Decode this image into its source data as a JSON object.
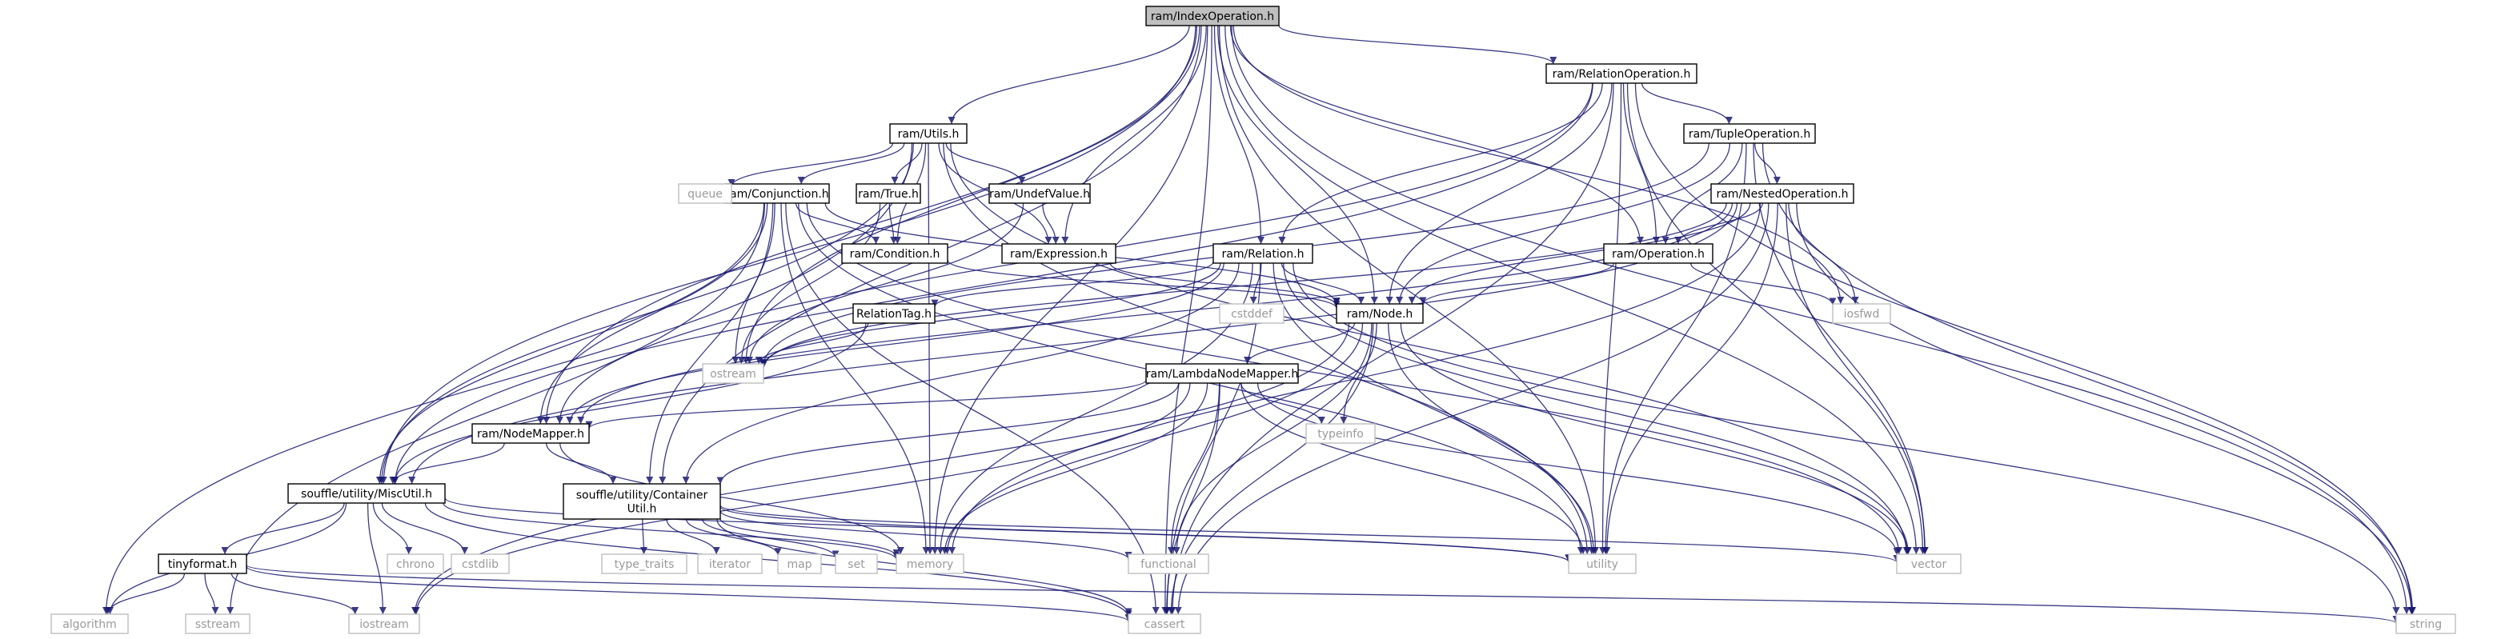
{
  "title": "",
  "colors": {
    "edge": "#191970",
    "root_fill": "#bfbfbf",
    "node_border": "#000000",
    "external_border": "#bfbfbf",
    "external_text": "#9a9a9a"
  },
  "nodes": [
    {
      "id": "IndexOperation",
      "label": "ram/IndexOperation.h",
      "kind": "root"
    },
    {
      "id": "RelationOperation",
      "label": "ram/RelationOperation.h",
      "kind": "internal"
    },
    {
      "id": "Utils",
      "label": "ram/Utils.h",
      "kind": "internal"
    },
    {
      "id": "TupleOperation",
      "label": "ram/TupleOperation.h",
      "kind": "internal"
    },
    {
      "id": "NestedOperation",
      "label": "ram/NestedOperation.h",
      "kind": "internal"
    },
    {
      "id": "Conjunction",
      "label": "ram/Conjunction.h",
      "kind": "internal"
    },
    {
      "id": "True",
      "label": "ram/True.h",
      "kind": "internal"
    },
    {
      "id": "UndefValue",
      "label": "ram/UndefValue.h",
      "kind": "internal"
    },
    {
      "id": "Condition",
      "label": "ram/Condition.h",
      "kind": "internal"
    },
    {
      "id": "Expression",
      "label": "ram/Expression.h",
      "kind": "internal"
    },
    {
      "id": "Operation",
      "label": "ram/Operation.h",
      "kind": "internal"
    },
    {
      "id": "Relation",
      "label": "ram/Relation.h",
      "kind": "internal"
    },
    {
      "id": "Node",
      "label": "ram/Node.h",
      "kind": "internal"
    },
    {
      "id": "RelationTag",
      "label": "RelationTag.h",
      "kind": "internal"
    },
    {
      "id": "LambdaNodeMapper",
      "label": "ram/LambdaNodeMapper.h",
      "kind": "internal"
    },
    {
      "id": "NodeMapper",
      "label": "ram/NodeMapper.h",
      "kind": "internal"
    },
    {
      "id": "MiscUtil",
      "label": "souffle/utility/MiscUtil.h",
      "kind": "internal"
    },
    {
      "id": "ContainerUtil",
      "label": "souffle/utility/Container\nUtil.h",
      "kind": "internal"
    },
    {
      "id": "tinyformat",
      "label": "tinyformat.h",
      "kind": "internal"
    },
    {
      "id": "queue",
      "label": "queue",
      "kind": "external"
    },
    {
      "id": "ostream",
      "label": "ostream",
      "kind": "external"
    },
    {
      "id": "cstddef",
      "label": "cstddef",
      "kind": "external"
    },
    {
      "id": "iosfwd",
      "label": "iosfwd",
      "kind": "external"
    },
    {
      "id": "typeinfo",
      "label": "typeinfo",
      "kind": "external"
    },
    {
      "id": "chrono",
      "label": "chrono",
      "kind": "external"
    },
    {
      "id": "cstdlib",
      "label": "cstdlib",
      "kind": "external"
    },
    {
      "id": "type_traits",
      "label": "type_traits",
      "kind": "external"
    },
    {
      "id": "iterator",
      "label": "iterator",
      "kind": "external"
    },
    {
      "id": "map",
      "label": "map",
      "kind": "external"
    },
    {
      "id": "set",
      "label": "set",
      "kind": "external"
    },
    {
      "id": "memory",
      "label": "memory",
      "kind": "external"
    },
    {
      "id": "functional",
      "label": "functional",
      "kind": "external"
    },
    {
      "id": "utility",
      "label": "utility",
      "kind": "external"
    },
    {
      "id": "vector",
      "label": "vector",
      "kind": "external"
    },
    {
      "id": "string",
      "label": "string",
      "kind": "external"
    },
    {
      "id": "cassert",
      "label": "cassert",
      "kind": "external"
    },
    {
      "id": "iostream",
      "label": "iostream",
      "kind": "external"
    },
    {
      "id": "algorithm",
      "label": "algorithm",
      "kind": "external"
    },
    {
      "id": "sstream",
      "label": "sstream",
      "kind": "external"
    }
  ],
  "edges": [
    [
      "IndexOperation",
      "RelationOperation"
    ],
    [
      "IndexOperation",
      "Utils"
    ],
    [
      "IndexOperation",
      "Expression"
    ],
    [
      "IndexOperation",
      "Operation"
    ],
    [
      "IndexOperation",
      "Relation"
    ],
    [
      "IndexOperation",
      "Node"
    ],
    [
      "IndexOperation",
      "NodeMapper"
    ],
    [
      "IndexOperation",
      "MiscUtil"
    ],
    [
      "IndexOperation",
      "ContainerUtil"
    ],
    [
      "IndexOperation",
      "ostream"
    ],
    [
      "IndexOperation",
      "iosfwd"
    ],
    [
      "IndexOperation",
      "memory"
    ],
    [
      "IndexOperation",
      "utility"
    ],
    [
      "IndexOperation",
      "vector"
    ],
    [
      "IndexOperation",
      "string"
    ],
    [
      "IndexOperation",
      "cassert"
    ],
    [
      "RelationOperation",
      "TupleOperation"
    ],
    [
      "RelationOperation",
      "Operation"
    ],
    [
      "RelationOperation",
      "Relation"
    ],
    [
      "RelationOperation",
      "Node"
    ],
    [
      "RelationOperation",
      "NodeMapper"
    ],
    [
      "RelationOperation",
      "MiscUtil"
    ],
    [
      "RelationOperation",
      "utility"
    ],
    [
      "RelationOperation",
      "vector"
    ],
    [
      "RelationOperation",
      "string"
    ],
    [
      "RelationOperation",
      "cassert"
    ],
    [
      "Utils",
      "Conjunction"
    ],
    [
      "Utils",
      "True"
    ],
    [
      "Utils",
      "UndefValue"
    ],
    [
      "Utils",
      "Condition"
    ],
    [
      "Utils",
      "Expression"
    ],
    [
      "Utils",
      "MiscUtil"
    ],
    [
      "Utils",
      "queue"
    ],
    [
      "Utils",
      "algorithm"
    ],
    [
      "Utils",
      "memory"
    ],
    [
      "Utils",
      "utility"
    ],
    [
      "Utils",
      "vector"
    ],
    [
      "TupleOperation",
      "NestedOperation"
    ],
    [
      "TupleOperation",
      "Operation"
    ],
    [
      "TupleOperation",
      "Node"
    ],
    [
      "TupleOperation",
      "ostream"
    ],
    [
      "TupleOperation",
      "utility"
    ],
    [
      "TupleOperation",
      "vector"
    ],
    [
      "TupleOperation",
      "string"
    ],
    [
      "NestedOperation",
      "Operation"
    ],
    [
      "NestedOperation",
      "Node"
    ],
    [
      "NestedOperation",
      "NodeMapper"
    ],
    [
      "NestedOperation",
      "MiscUtil"
    ],
    [
      "NestedOperation",
      "iosfwd"
    ],
    [
      "NestedOperation",
      "memory"
    ],
    [
      "NestedOperation",
      "utility"
    ],
    [
      "NestedOperation",
      "vector"
    ],
    [
      "NestedOperation",
      "string"
    ],
    [
      "NestedOperation",
      "cassert"
    ],
    [
      "NestedOperation",
      "ostream"
    ],
    [
      "Conjunction",
      "Condition"
    ],
    [
      "Conjunction",
      "Node"
    ],
    [
      "Conjunction",
      "NodeMapper"
    ],
    [
      "Conjunction",
      "MiscUtil"
    ],
    [
      "Conjunction",
      "ContainerUtil"
    ],
    [
      "Conjunction",
      "memory"
    ],
    [
      "Conjunction",
      "utility"
    ],
    [
      "Conjunction",
      "vector"
    ],
    [
      "Conjunction",
      "sstream"
    ],
    [
      "Conjunction",
      "cassert"
    ],
    [
      "Conjunction",
      "ostream"
    ],
    [
      "True",
      "Condition"
    ],
    [
      "True",
      "ostream"
    ],
    [
      "UndefValue",
      "Expression"
    ],
    [
      "UndefValue",
      "ostream"
    ],
    [
      "Condition",
      "Node"
    ],
    [
      "Expression",
      "Node"
    ],
    [
      "Operation",
      "Node"
    ],
    [
      "Operation",
      "iosfwd"
    ],
    [
      "Relation",
      "Node"
    ],
    [
      "Relation",
      "RelationTag"
    ],
    [
      "Relation",
      "ContainerUtil"
    ],
    [
      "Relation",
      "cstddef"
    ],
    [
      "Relation",
      "memory"
    ],
    [
      "Relation",
      "utility"
    ],
    [
      "Relation",
      "vector"
    ],
    [
      "Relation",
      "string"
    ],
    [
      "Relation",
      "ostream"
    ],
    [
      "Relation",
      "NodeMapper"
    ],
    [
      "Relation",
      "cassert"
    ],
    [
      "Node",
      "LambdaNodeMapper"
    ],
    [
      "Node",
      "typeinfo"
    ],
    [
      "Node",
      "functional"
    ],
    [
      "Node",
      "memory"
    ],
    [
      "Node",
      "utility"
    ],
    [
      "Node",
      "vector"
    ],
    [
      "Node",
      "cassert"
    ],
    [
      "Node",
      "iostream"
    ],
    [
      "RelationTag",
      "ostream"
    ],
    [
      "RelationTag",
      "MiscUtil"
    ],
    [
      "LambdaNodeMapper",
      "NodeMapper"
    ],
    [
      "LambdaNodeMapper",
      "ContainerUtil"
    ],
    [
      "LambdaNodeMapper",
      "functional"
    ],
    [
      "LambdaNodeMapper",
      "memory"
    ],
    [
      "LambdaNodeMapper",
      "utility"
    ],
    [
      "LambdaNodeMapper",
      "vector"
    ],
    [
      "LambdaNodeMapper",
      "cassert"
    ],
    [
      "LambdaNodeMapper",
      "typeinfo"
    ],
    [
      "LambdaNodeMapper",
      "iostream"
    ],
    [
      "NodeMapper",
      "MiscUtil"
    ],
    [
      "NodeMapper",
      "ContainerUtil"
    ],
    [
      "NodeMapper",
      "memory"
    ],
    [
      "MiscUtil",
      "tinyformat"
    ],
    [
      "MiscUtil",
      "chrono"
    ],
    [
      "MiscUtil",
      "cstdlib"
    ],
    [
      "MiscUtil",
      "iostream"
    ],
    [
      "MiscUtil",
      "memory"
    ],
    [
      "MiscUtil",
      "utility"
    ],
    [
      "MiscUtil",
      "cassert"
    ],
    [
      "MiscUtil",
      "algorithm"
    ],
    [
      "ContainerUtil",
      "type_traits"
    ],
    [
      "ContainerUtil",
      "iterator"
    ],
    [
      "ContainerUtil",
      "map"
    ],
    [
      "ContainerUtil",
      "set"
    ],
    [
      "ContainerUtil",
      "memory"
    ],
    [
      "ContainerUtil",
      "functional"
    ],
    [
      "ContainerUtil",
      "utility"
    ],
    [
      "ContainerUtil",
      "vector"
    ],
    [
      "ContainerUtil",
      "cassert"
    ],
    [
      "tinyformat",
      "algorithm"
    ],
    [
      "tinyformat",
      "sstream"
    ],
    [
      "tinyformat",
      "iostream"
    ],
    [
      "tinyformat",
      "cassert"
    ],
    [
      "tinyformat",
      "string"
    ]
  ]
}
